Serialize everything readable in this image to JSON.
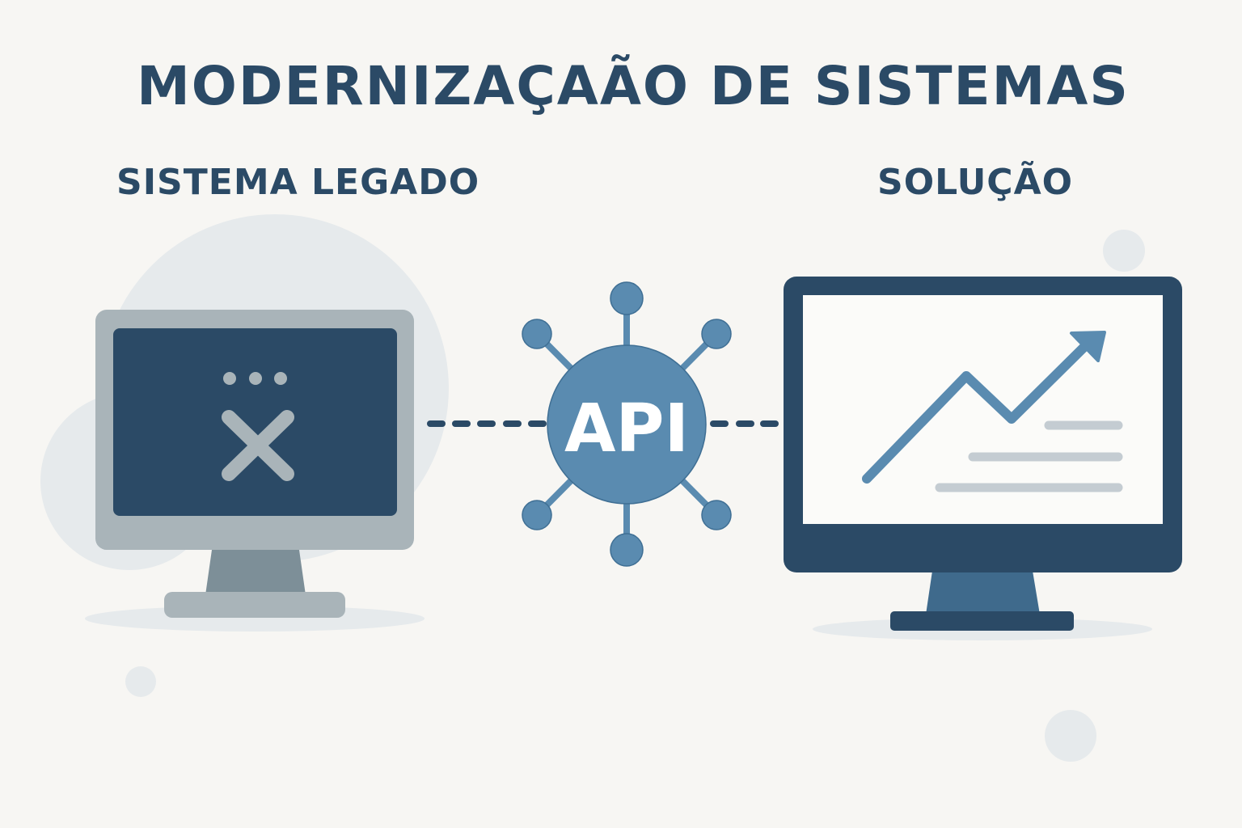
{
  "title": "MODERNIZAÇAÃO DE SISTEMAS",
  "left_panel": {
    "label": "SISTEMA LEGADO",
    "icon": "legacy-monitor-error-icon"
  },
  "center": {
    "label": "API",
    "icon": "api-hub-icon"
  },
  "right_panel": {
    "label": "SOLUÇÃO",
    "icon": "modern-monitor-chart-icon"
  },
  "colors": {
    "background": "#f7f6f3",
    "primary_dark": "#2b4a66",
    "api_blue": "#5a8bb0",
    "legacy_gray": "#a9b4b9",
    "legacy_stand": "#7d8f98",
    "light_circle": "#e6eaec",
    "text_lines": "#c4ccd2"
  }
}
